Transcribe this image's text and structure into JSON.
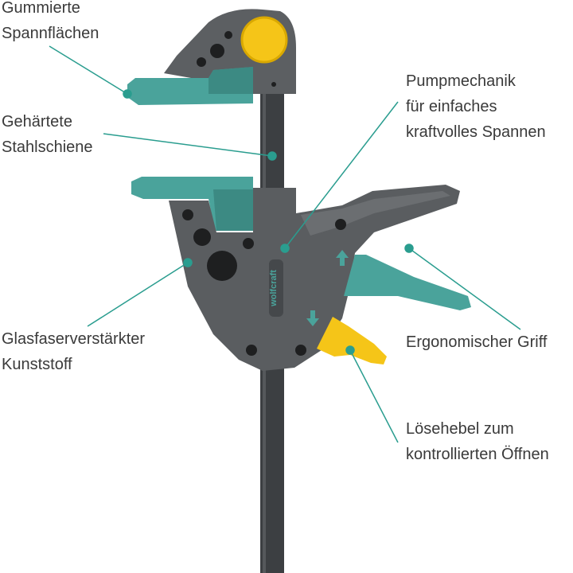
{
  "colors": {
    "accent": "#2a9d8f",
    "teal_plastic": "#4aa39b",
    "body_grey": "#5a5d60",
    "rail": "#3c3f42",
    "yellow": "#f5c518",
    "text": "#3a3a3a"
  },
  "labels": {
    "gummierte": [
      "Gummierte",
      "Spannflächen"
    ],
    "gehaertete": [
      "Gehärtete",
      "Stahlschiene"
    ],
    "pump": [
      "Pumpmechanik",
      "für einfaches",
      "kraftvolles Spannen"
    ],
    "glas": [
      "Glasfaserverstärkter",
      "Kunststoff"
    ],
    "ergo": [
      "Ergonomischer Griff"
    ],
    "loese": [
      "Lösehebel zum",
      "kontrollierten Öffnen"
    ]
  },
  "product": {
    "brand_logo": "wolfcraft"
  },
  "icons": [
    "arrow-up-icon",
    "arrow-down-icon",
    "screw-icon"
  ]
}
